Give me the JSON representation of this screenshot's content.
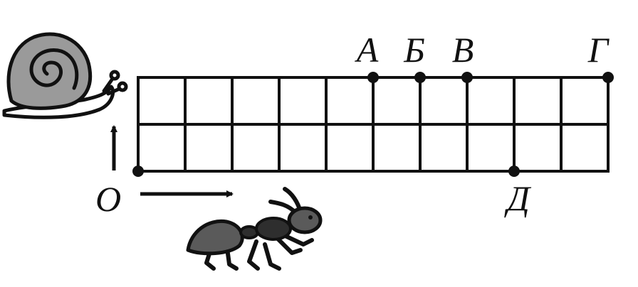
{
  "grid": {
    "columns": 10,
    "rows": 2,
    "line_color": "#111111"
  },
  "points": [
    {
      "id": "A",
      "label": "А",
      "col": 5,
      "row": 2
    },
    {
      "id": "B",
      "label": "Б",
      "col": 6,
      "row": 2
    },
    {
      "id": "V",
      "label": "В",
      "col": 7,
      "row": 2
    },
    {
      "id": "G",
      "label": "Г",
      "col": 10,
      "row": 2
    },
    {
      "id": "D",
      "label": "Д",
      "col": 8,
      "row": 0
    },
    {
      "id": "O",
      "label": "О",
      "col": 0,
      "row": 0
    }
  ],
  "arrows": [
    {
      "id": "up",
      "direction": "up"
    },
    {
      "id": "right",
      "direction": "right"
    }
  ],
  "figures": [
    {
      "id": "snail",
      "icon": "snail-icon",
      "fill": "#999999"
    },
    {
      "id": "ant",
      "icon": "ant-icon",
      "fill": "#555555"
    }
  ]
}
